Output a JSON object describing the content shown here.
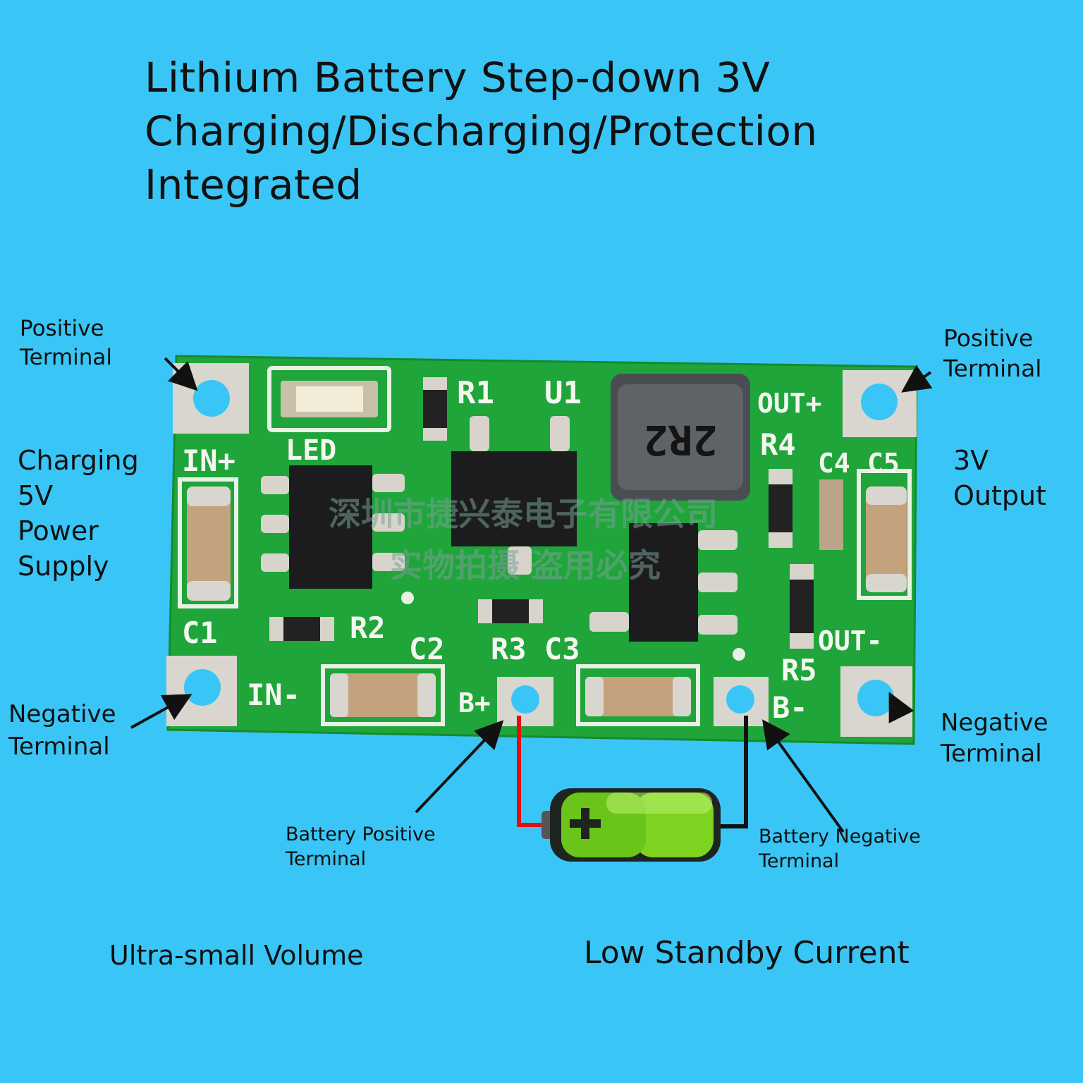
{
  "title": {
    "line1": "Lithium Battery Step-down 3V",
    "line2": "Charging/Discharging/Protection",
    "line3": "Integrated"
  },
  "labels": {
    "positive_left": [
      "Positive",
      "Terminal"
    ],
    "positive_right": [
      "Positive",
      "Terminal"
    ],
    "negative_left": [
      "Negative",
      "Terminal"
    ],
    "negative_right": [
      "Negative",
      "Terminal"
    ],
    "charging": [
      "Charging",
      "5V",
      "Power",
      "Supply"
    ],
    "output": [
      "3V",
      "Output"
    ],
    "battery_positive": [
      "Battery Positive",
      "Terminal"
    ],
    "battery_negative": [
      "Battery Negative",
      "Terminal"
    ]
  },
  "features": {
    "left": "Ultra-small Volume",
    "right": "Low Standby Current"
  },
  "silkscreen": {
    "r1": "R1",
    "u1": "U1",
    "led": "LED",
    "in_plus": "IN+",
    "in_minus": "IN-",
    "out_plus": "OUT+",
    "out_minus": "OUT-",
    "r4": "R4",
    "c4": "C4",
    "c5": "C5",
    "c1": "C1",
    "r2": "R2",
    "c2": "C2",
    "r3": "R3",
    "c3": "C3",
    "r5": "R5",
    "b_plus": "B+",
    "b_minus": "B-",
    "inductor": "2R2"
  },
  "watermark": {
    "line1": "深圳市捷兴泰电子有限公司",
    "line2": "实物拍摄 盗用必究"
  },
  "colors": {
    "background": "#39c6f6",
    "pcb": "#1fa53a",
    "battery_green": "#7ed321",
    "wire_positive": "#e01010",
    "wire_negative": "#111111"
  }
}
